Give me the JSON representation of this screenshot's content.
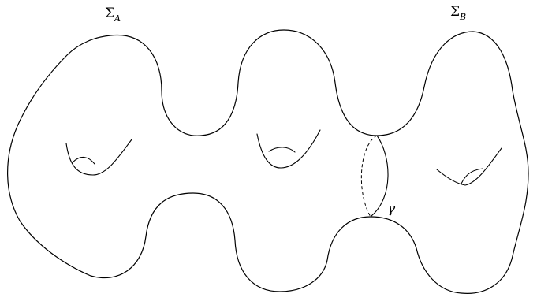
{
  "labels": {
    "sigma_a": {
      "symbol": "Σ",
      "subscript": "A"
    },
    "sigma_b": {
      "symbol": "Σ",
      "subscript": "B"
    },
    "gamma": "γ"
  },
  "styles": {
    "stroke_color": "#000000",
    "background": "#ffffff"
  }
}
